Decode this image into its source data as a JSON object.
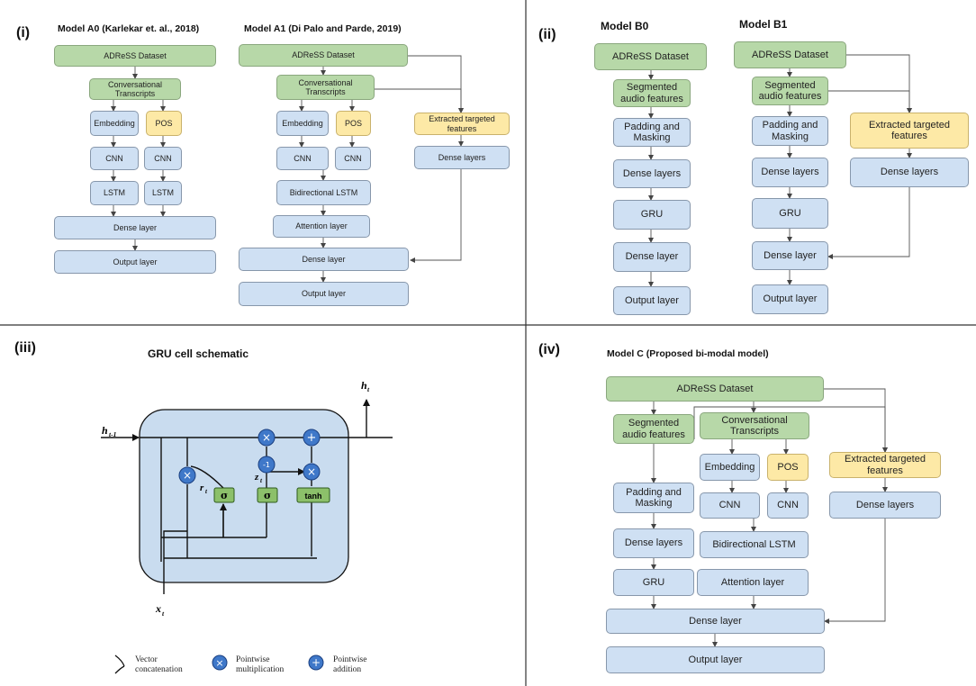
{
  "panels": {
    "i": {
      "roman": "(i)",
      "model_a0_title": "Model A0 (Karlekar et. al., 2018)",
      "model_a1_title": "Model A1 (Di Palo and Parde, 2019)",
      "a0": {
        "dataset": "ADReSS Dataset",
        "transcripts": "Conversational\nTranscripts",
        "embedding": "Embedding",
        "pos": "POS",
        "cnn_left": "CNN",
        "cnn_right": "CNN",
        "lstm_left": "LSTM",
        "lstm_right": "LSTM",
        "dense": "Dense layer",
        "output": "Output layer"
      },
      "a1": {
        "dataset": "ADReSS  Dataset",
        "transcripts": "Conversational\nTranscripts",
        "embedding": "Embedding",
        "pos": "POS",
        "cnn_left": "CNN",
        "cnn_right": "CNN",
        "bilstm": "Bidirectional LSTM",
        "attention": "Attention layer",
        "extracted": "Extracted targeted\nfeatures",
        "dense_side": "Dense layers",
        "dense": "Dense layer",
        "output": "Output layer"
      }
    },
    "ii": {
      "roman": "(ii)",
      "model_b0_title": "Model B0",
      "model_b1_title": "Model B1",
      "b0": {
        "dataset": "ADReSS Dataset",
        "segmented": "Segmented\naudio features",
        "padding": "Padding and\nMasking",
        "dense_layers": "Dense layers",
        "gru": "GRU",
        "dense": "Dense layer",
        "output": "Output layer"
      },
      "b1": {
        "dataset": "ADReSS Dataset",
        "segmented": "Segmented\naudio features",
        "padding": "Padding and\nMasking",
        "dense_layers": "Dense layers",
        "gru": "GRU",
        "extracted": "Extracted targeted\nfeatures",
        "dense_side": "Dense layers",
        "dense": "Dense layer",
        "output": "Output layer"
      }
    },
    "iii": {
      "roman": "(iii)",
      "title": "GRU cell schematic",
      "h_prev": "h",
      "h_prev_sub": "t-1",
      "h_t": "h",
      "h_t_sub": "t",
      "x_t": "x",
      "x_t_sub": "t",
      "r_t": "r",
      "r_t_sub": "t",
      "z_t": "z",
      "z_t_sub": "t",
      "sigma": "σ",
      "tanh": "tanh",
      "minus_one": "-1",
      "legend": {
        "concat": "Vector\nconcatenation",
        "mult": "Pointwise\nmultiplication",
        "add": "Pointwise\naddition"
      }
    },
    "iv": {
      "roman": "(iv)",
      "title": "Model C  (Proposed bi-modal model)",
      "dataset": "ADReSS  Dataset",
      "segmented": "Segmented\naudio features",
      "transcripts": "Conversational\nTranscripts",
      "embedding": "Embedding",
      "pos": "POS",
      "extracted": "Extracted targeted\nfeatures",
      "padding": "Padding and\nMasking",
      "cnn_left": "CNN",
      "cnn_right": "CNN",
      "dense_side": "Dense layers",
      "dense_layers": "Dense layers",
      "bilstm": "Bidirectional LSTM",
      "gru": "GRU",
      "attention": "Attention layer",
      "dense": "Dense layer",
      "output": "Output layer"
    }
  },
  "colors": {
    "green": "#b7d8a8",
    "blue": "#cfe0f3",
    "yellow": "#fde9a6",
    "gru_cell_bg": "#c9dcef",
    "gate_green": "#8cc06a",
    "op_blue": "#3f78c9"
  }
}
